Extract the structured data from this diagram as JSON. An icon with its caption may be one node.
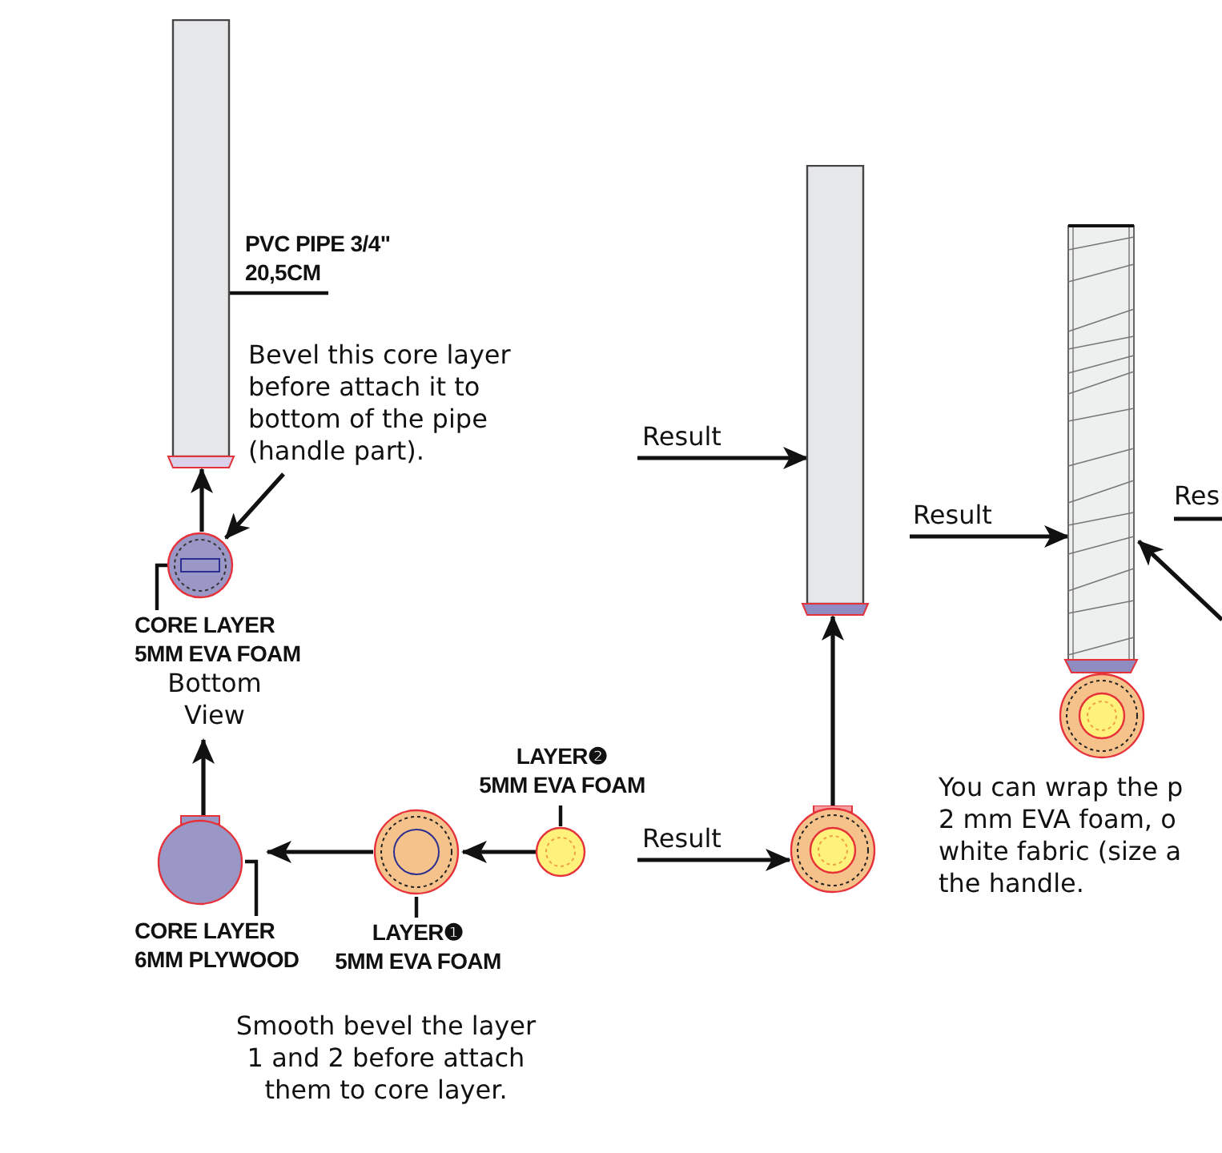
{
  "diagram": {
    "nodes": [
      {
        "text": [],
        "shape": "bar"
      },
      {
        "text": [
          "PVC PIPE 3/4\" 20,5CM"
        ]
      },
      {
        "text": [
          "Bevel this core layer before attach it to bottom of the pipe (handle part)."
        ]
      },
      {
        "text": [],
        "shape": "circle"
      },
      {
        "text": [
          "CORE LAYER 5MM EVA FOAM",
          "Bottom View"
        ]
      },
      {
        "text": [],
        "shape": "circle"
      },
      {
        "text": [
          "CORE LAYER 6MM PLYWOOD"
        ]
      },
      {
        "text": [],
        "shape": "circle"
      },
      {
        "text": [
          "LAYER❶",
          "5MM EVA FOAM"
        ]
      },
      {
        "text": [],
        "shape": "circle"
      },
      {
        "text": [
          "LAYER❷",
          "5MM EVA FOAM"
        ]
      },
      {
        "text": [],
        "shape": "circle"
      },
      {
        "text": [],
        "shape": "bar"
      },
      {
        "text": [],
        "shape": "bar"
      }
    ],
    "edges": [
      {
        "from": 1,
        "to": 0,
        "arrow": "none"
      },
      {
        "from": 2,
        "to": 3,
        "arrow": "to"
      },
      {
        "from": 3,
        "to": 0,
        "arrow": "to"
      },
      {
        "from": 4,
        "to": 3,
        "arrow": "none"
      },
      {
        "from": 5,
        "to": 4,
        "arrow": "to"
      },
      {
        "from": 6,
        "to": 5,
        "arrow": "none"
      },
      {
        "from": 7,
        "to": 5,
        "arrow": "to"
      },
      {
        "from": 8,
        "to": 7,
        "arrow": "none"
      },
      {
        "from": 9,
        "to": 7,
        "arrow": "to"
      },
      {
        "from": 10,
        "to": 9,
        "arrow": "none"
      },
      {
        "from": null,
        "to": 11,
        "arrow": "to",
        "label": "Result"
      },
      {
        "from": 11,
        "to": 12,
        "arrow": "to"
      },
      {
        "from": null,
        "to": 12,
        "arrow": "to",
        "label": "Result"
      },
      {
        "from": null,
        "to": 13,
        "arrow": "to",
        "label": "Result"
      },
      {
        "from": null,
        "to": 13,
        "arrow": "to"
      }
    ],
    "labels": [
      "Res",
      "You can wrap the p",
      "2 mm EVA foam, o",
      "white fabric (size a",
      "the handle.",
      "Smooth bevel the layer 1 and 2 before attach them to core layer."
    ]
  }
}
